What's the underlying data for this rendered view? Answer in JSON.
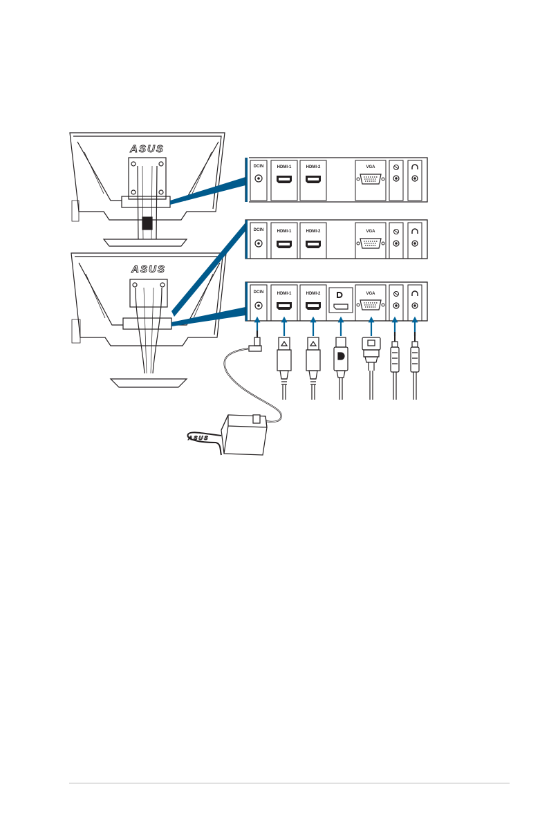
{
  "figure": {
    "monitor_brand": "ASUS",
    "adapter_brand": "ASUS",
    "panels": [
      {
        "ports": [
          {
            "label": "DCIN",
            "kind": "dc-jack"
          },
          {
            "label": "HDMI-1",
            "kind": "hdmi"
          },
          {
            "label": "HDMI-2",
            "kind": "hdmi"
          },
          {
            "label": "VGA",
            "kind": "vga"
          },
          {
            "label": "",
            "kind": "audio-in",
            "icon": "audio-in-icon"
          },
          {
            "label": "",
            "kind": "headphone",
            "icon": "headphone-icon"
          }
        ]
      },
      {
        "ports": [
          {
            "label": "DCIN",
            "kind": "dc-jack"
          },
          {
            "label": "HDMI-1",
            "kind": "hdmi"
          },
          {
            "label": "HDMI-2",
            "kind": "hdmi"
          },
          {
            "label": "VGA",
            "kind": "vga"
          },
          {
            "label": "",
            "kind": "audio-in",
            "icon": "audio-in-icon"
          },
          {
            "label": "",
            "kind": "headphone",
            "icon": "headphone-icon"
          }
        ]
      },
      {
        "ports": [
          {
            "label": "DCIN",
            "kind": "dc-jack"
          },
          {
            "label": "HDMI-1",
            "kind": "hdmi"
          },
          {
            "label": "HDMI-2",
            "kind": "hdmi"
          },
          {
            "label": "",
            "kind": "displayport",
            "icon": "displayport-icon"
          },
          {
            "label": "VGA",
            "kind": "vga"
          },
          {
            "label": "",
            "kind": "audio-in",
            "icon": "audio-in-icon"
          },
          {
            "label": "",
            "kind": "headphone",
            "icon": "headphone-icon"
          }
        ]
      }
    ],
    "cables": [
      {
        "kind": "dc-power-cable",
        "icon": "dc-plug-icon"
      },
      {
        "kind": "hdmi-cable",
        "icon": "hdmi-plug-icon"
      },
      {
        "kind": "hdmi-cable",
        "icon": "hdmi-plug-icon"
      },
      {
        "kind": "displayport-cable",
        "icon": "displayport-plug-icon"
      },
      {
        "kind": "vga-cable",
        "icon": "vga-plug-icon"
      },
      {
        "kind": "audio-cable",
        "icon": "audio-plug-icon"
      },
      {
        "kind": "audio-cable",
        "icon": "audio-plug-icon"
      }
    ],
    "colors": {
      "line": "#231f20",
      "callout": "#005a8c",
      "arrow": "#00659b"
    }
  }
}
